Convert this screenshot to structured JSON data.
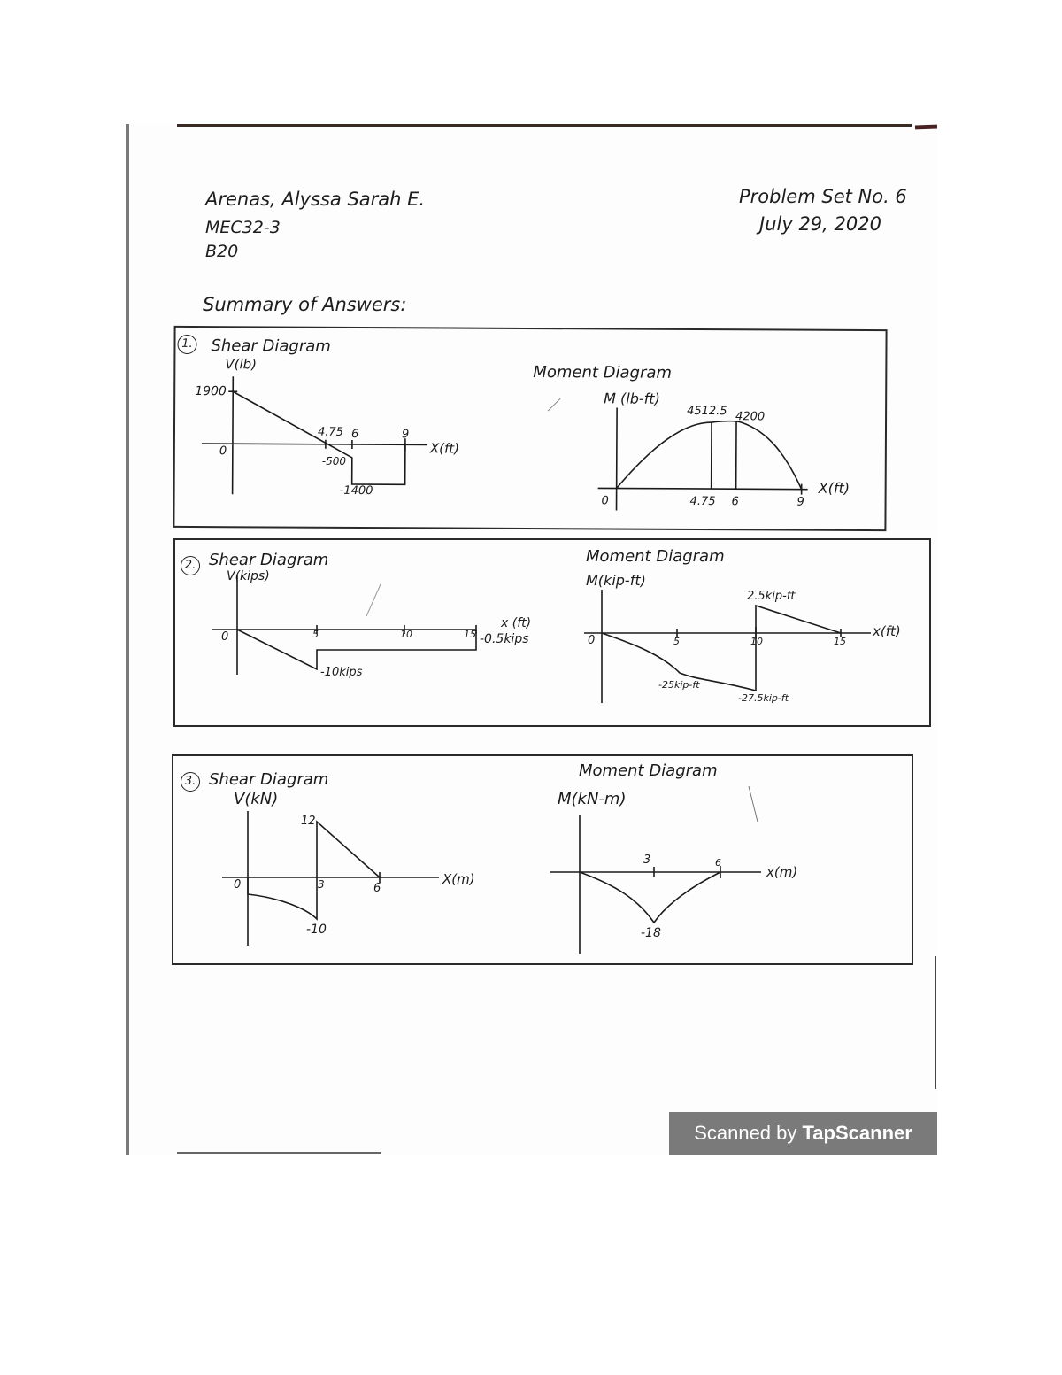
{
  "header": {
    "name": "Arenas, Alyssa Sarah E.",
    "section": "MEC32-3",
    "group": "B20",
    "problem_set": "Problem Set No. 6",
    "date": "July 29, 2020"
  },
  "summary_title": "Summary of Answers:",
  "problems": [
    {
      "number": "1.",
      "shear": {
        "title": "Shear Diagram",
        "ylabel": "V(lb)",
        "xlabel": "X(ft)",
        "labels": {
          "origin": "0",
          "top": "1900",
          "x475": "4.75",
          "x6": "6",
          "x9": "9",
          "neg500": "-500",
          "neg1400": "-1400"
        }
      },
      "moment": {
        "title": "Moment Diagram",
        "ylabel": "M (lb-ft)",
        "xlabel": "X(ft)",
        "labels": {
          "origin": "0",
          "x475": "4.75",
          "x6": "6",
          "x9": "9",
          "peak": "4512.5",
          "val4200": "4200"
        }
      }
    },
    {
      "number": "2.",
      "shear": {
        "title": "Shear Diagram",
        "ylabel": "V(kips)",
        "xlabel": "x (ft)",
        "labels": {
          "origin": "0",
          "x5": "5",
          "x10": "10",
          "x15": "15",
          "neg10": "-10kips",
          "neg05": "-0.5kips"
        }
      },
      "moment": {
        "title": "Moment Diagram",
        "ylabel": "M(kip-ft)",
        "xlabel": "x(ft)",
        "labels": {
          "origin": "0",
          "x5": "5",
          "x10": "10",
          "x15": "15",
          "pos25": "2.5kip-ft",
          "neg25": "-25kip-ft",
          "neg275": "-27.5kip-ft"
        }
      }
    },
    {
      "number": "3.",
      "shear": {
        "title": "Shear Diagram",
        "ylabel": "V(kN)",
        "xlabel": "X(m)",
        "labels": {
          "origin": "0",
          "x3": "3",
          "x6": "6",
          "pos12": "12",
          "neg10": "-10"
        }
      },
      "moment": {
        "title": "Moment Diagram",
        "ylabel": "M(kN-m)",
        "xlabel": "x(m)",
        "labels": {
          "x3": "3",
          "x6": "6",
          "neg18": "-18"
        }
      }
    }
  ],
  "scanner_badge": {
    "prefix": "Scanned by",
    "brand": "TapScanner"
  }
}
